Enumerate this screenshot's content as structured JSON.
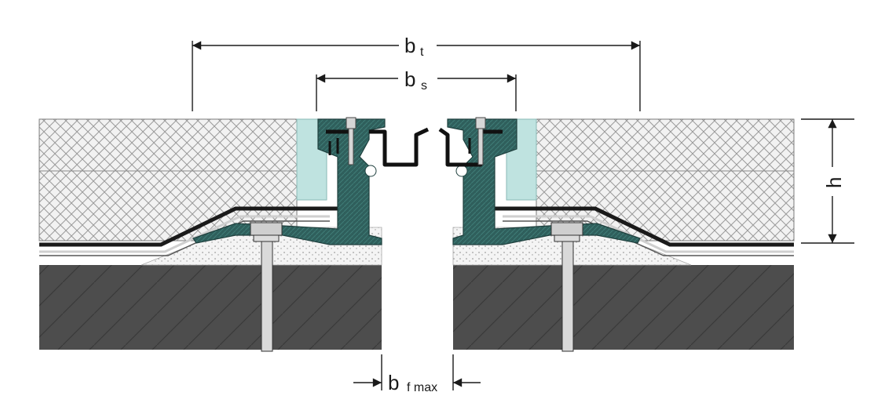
{
  "labels": {
    "bt_main": "b",
    "bt_sub": "t",
    "bs_main": "b",
    "bs_sub": "s",
    "bf_main": "b",
    "bf_sub": "f max",
    "h": "h"
  },
  "colors": {
    "teal_profile": "#2f5f5c",
    "light_aqua": "#bfe3e0",
    "concrete": "#4a4a4a",
    "hatch_light": "#e6e6e6",
    "seal_black": "#111111",
    "line": "#1a1a1a"
  }
}
